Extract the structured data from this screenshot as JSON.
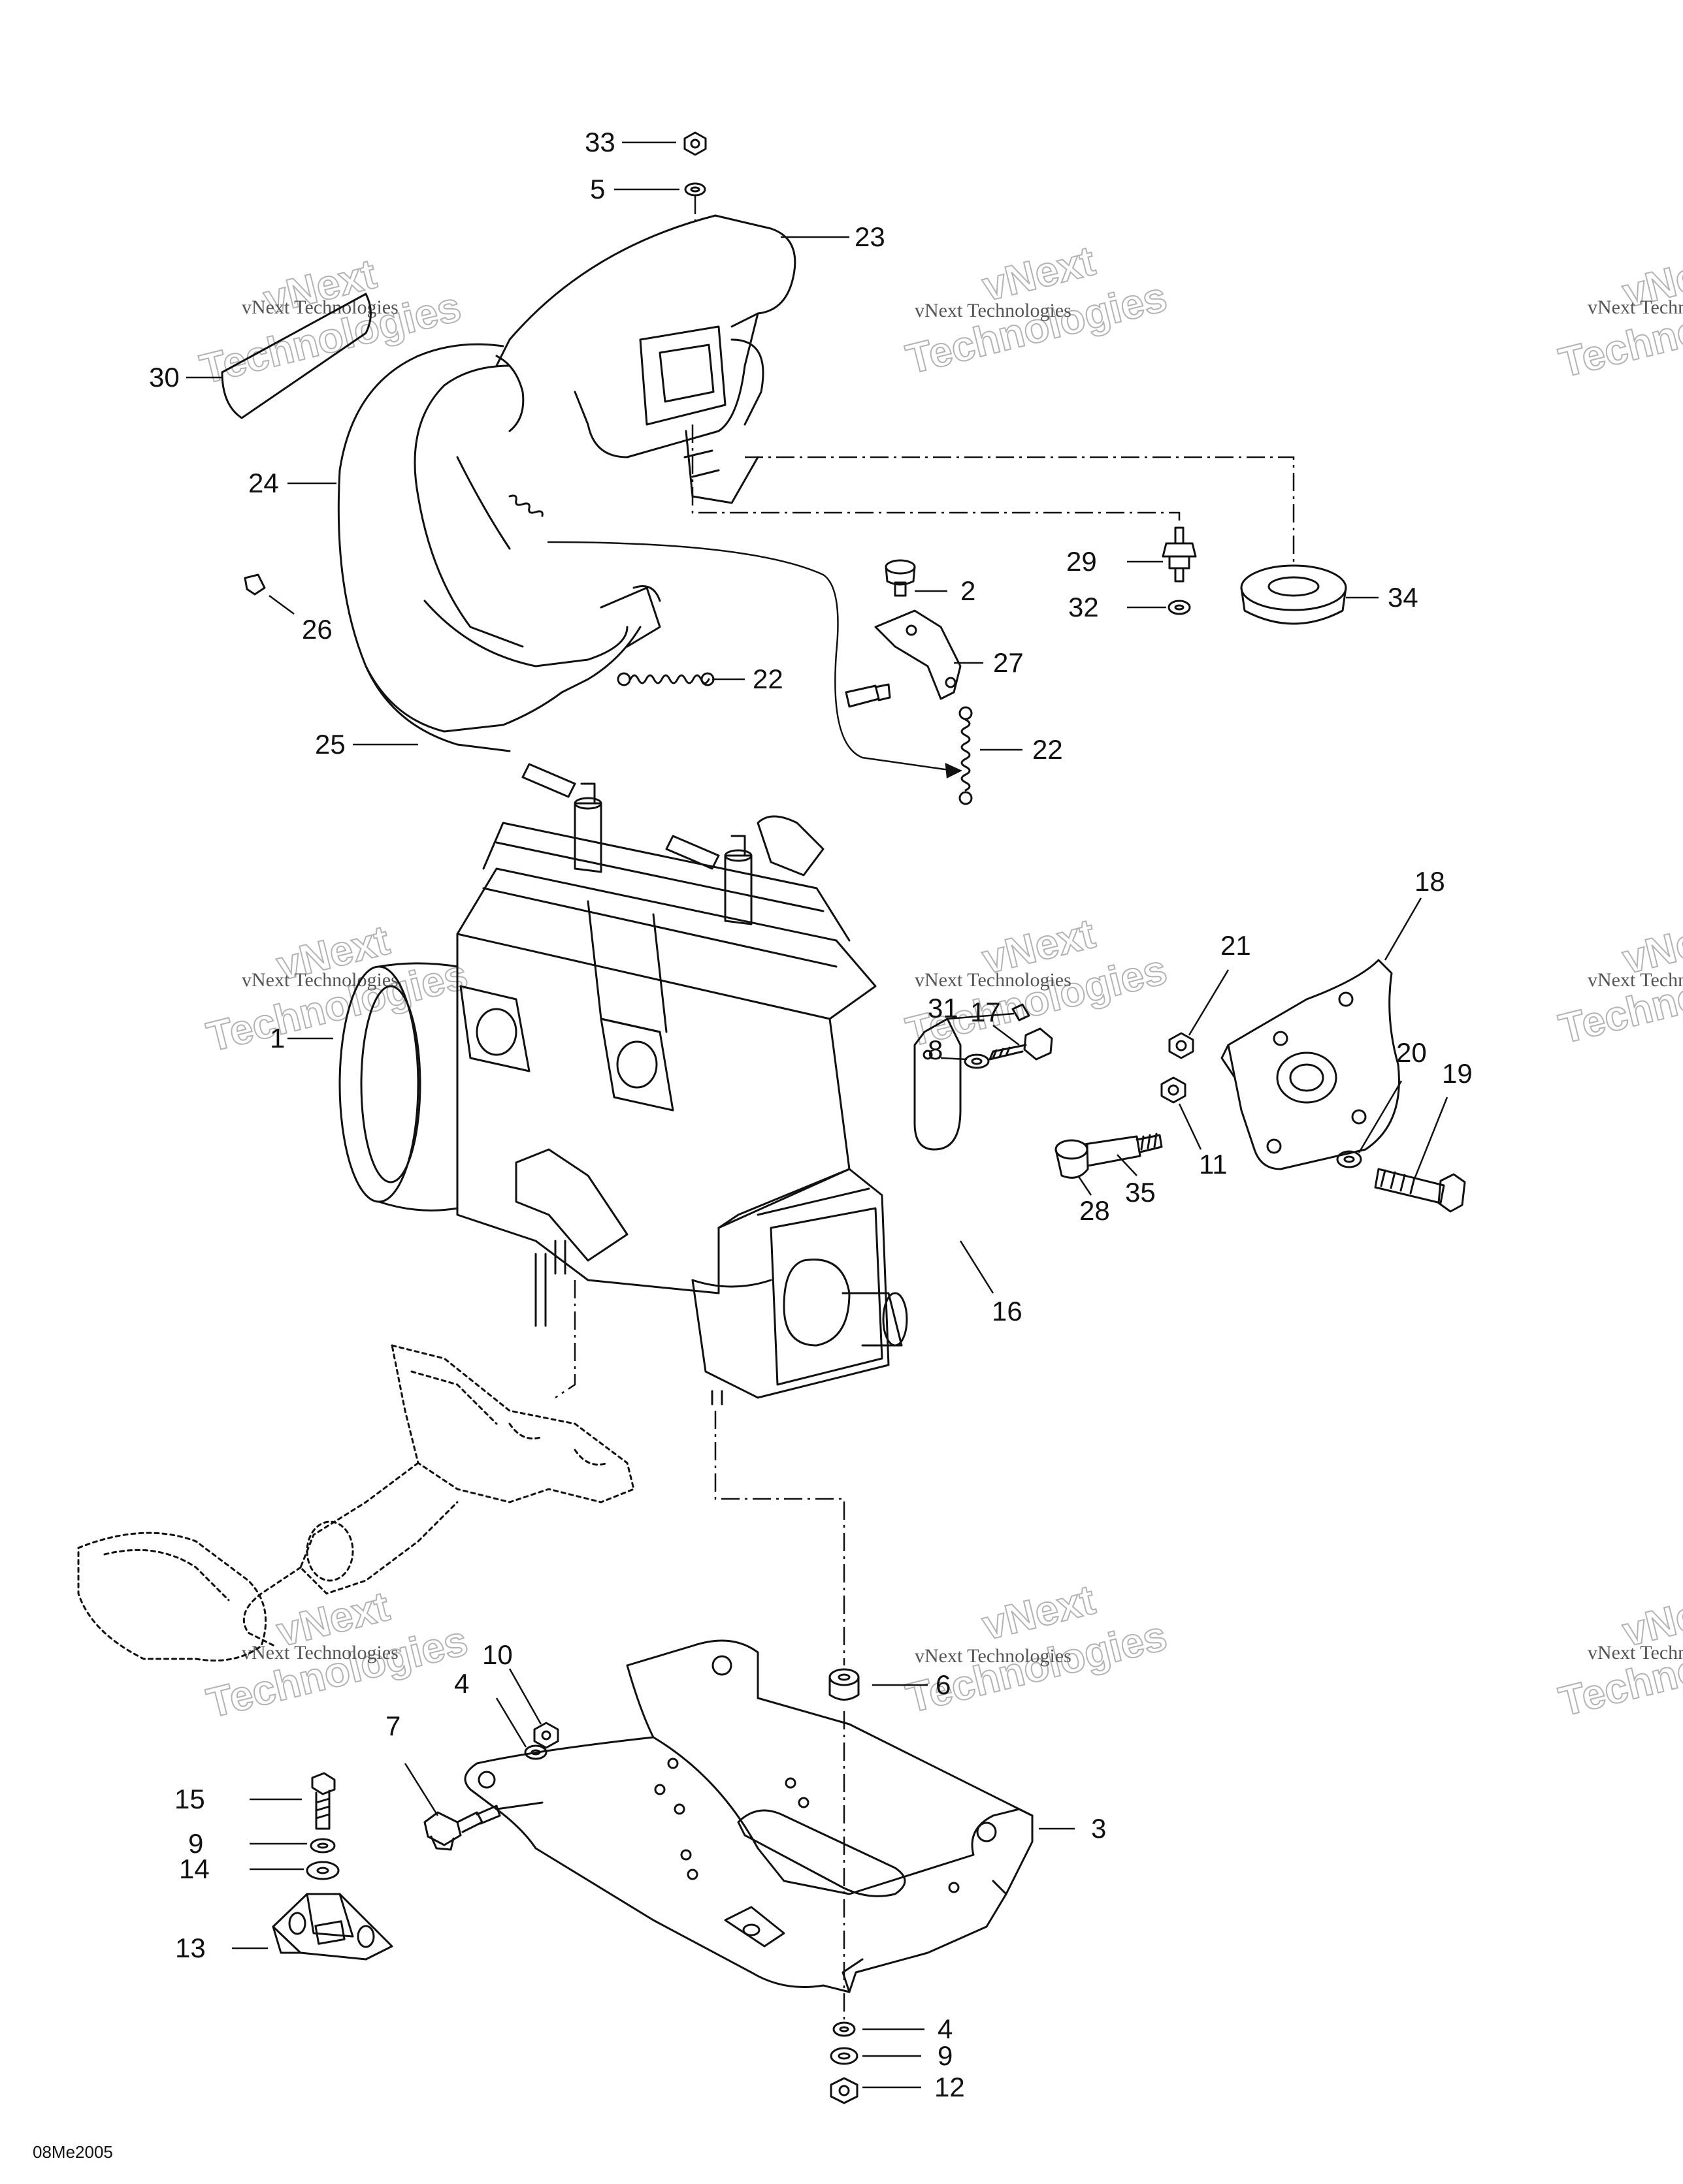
{
  "watermark": {
    "line1": "vNext",
    "line2": "Technologies",
    "small": "vNext Technologies"
  },
  "diagram_code": "08Me2005",
  "callouts": [
    {
      "id": "33",
      "label": "33"
    },
    {
      "id": "5-top",
      "label": "5"
    },
    {
      "id": "23",
      "label": "23"
    },
    {
      "id": "30",
      "label": "30"
    },
    {
      "id": "24",
      "label": "24"
    },
    {
      "id": "26",
      "label": "26"
    },
    {
      "id": "22-a",
      "label": "22"
    },
    {
      "id": "25",
      "label": "25"
    },
    {
      "id": "2",
      "label": "2"
    },
    {
      "id": "27",
      "label": "27"
    },
    {
      "id": "22-b",
      "label": "22"
    },
    {
      "id": "29",
      "label": "29"
    },
    {
      "id": "32",
      "label": "32"
    },
    {
      "id": "34",
      "label": "34"
    },
    {
      "id": "18",
      "label": "18"
    },
    {
      "id": "21",
      "label": "21"
    },
    {
      "id": "20",
      "label": "20"
    },
    {
      "id": "19",
      "label": "19"
    },
    {
      "id": "11",
      "label": "11"
    },
    {
      "id": "35",
      "label": "35"
    },
    {
      "id": "28",
      "label": "28"
    },
    {
      "id": "31",
      "label": "31"
    },
    {
      "id": "17",
      "label": "17"
    },
    {
      "id": "8",
      "label": "8"
    },
    {
      "id": "1",
      "label": "1"
    },
    {
      "id": "16",
      "label": "16"
    },
    {
      "id": "10",
      "label": "10"
    },
    {
      "id": "4-top",
      "label": "4"
    },
    {
      "id": "6",
      "label": "6"
    },
    {
      "id": "7",
      "label": "7"
    },
    {
      "id": "15",
      "label": "15"
    },
    {
      "id": "9-left",
      "label": "9"
    },
    {
      "id": "14",
      "label": "14"
    },
    {
      "id": "13",
      "label": "13"
    },
    {
      "id": "3",
      "label": "3"
    },
    {
      "id": "4-bottom",
      "label": "4"
    },
    {
      "id": "9-bottom",
      "label": "9"
    },
    {
      "id": "12",
      "label": "12"
    }
  ]
}
